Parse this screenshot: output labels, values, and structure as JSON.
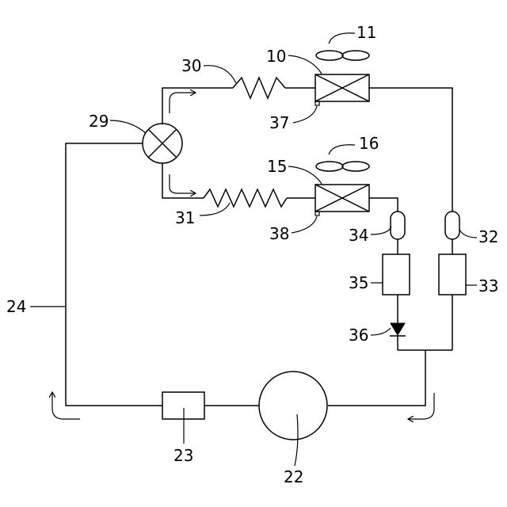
{
  "labels": {
    "l10": "10",
    "l11": "11",
    "l15": "15",
    "l16": "16",
    "l22": "22",
    "l23": "23",
    "l24": "24",
    "l29": "29",
    "l30": "30",
    "l31": "31",
    "l32": "32",
    "l33": "33",
    "l34": "34",
    "l35": "35",
    "l36": "36",
    "l37": "37",
    "l38": "38"
  }
}
